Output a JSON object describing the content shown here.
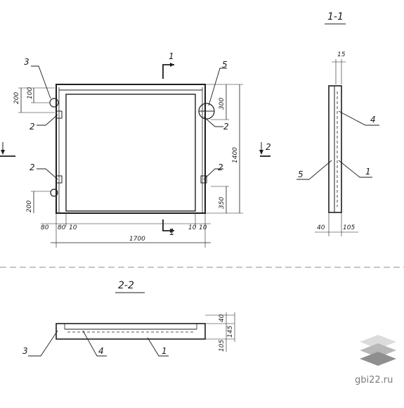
{
  "sections": {
    "section_1": "1-1",
    "section_2": "2-2"
  },
  "cut_marks": {
    "one": "1",
    "two": "2"
  },
  "front_view": {
    "callouts": {
      "c3": "3",
      "c5": "5",
      "c2_upper_left": "2",
      "c2_upper_right": "2",
      "c2_lower_left": "2",
      "c2_lower_right": "2"
    },
    "dims": {
      "left_top_200": "200",
      "left_top_100": "100",
      "right_top_300": "300",
      "right_height_1400": "1400",
      "right_bottom_350": "350",
      "left_bottom_200": "200",
      "bottom_80_a": "80",
      "bottom_80_b": "80",
      "bottom_10_a": "10",
      "bottom_10_b": "10",
      "bottom_10_c": "10",
      "total_width_1700": "1700"
    }
  },
  "section_1_1": {
    "dims": {
      "top_15": "15",
      "bottom_40": "40",
      "bottom_105": "105"
    },
    "callouts": {
      "c4": "4",
      "c5": "5",
      "c1": "1"
    }
  },
  "section_2_2": {
    "dims": {
      "d40": "40",
      "d145": "145",
      "d105": "105"
    },
    "callouts": {
      "c3": "3",
      "c4": "4",
      "c1": "1"
    }
  },
  "watermark": {
    "text": "gbi22.ru",
    "colors": [
      "#dcdcdc",
      "#b8b8b8",
      "#8f8f8f"
    ]
  }
}
